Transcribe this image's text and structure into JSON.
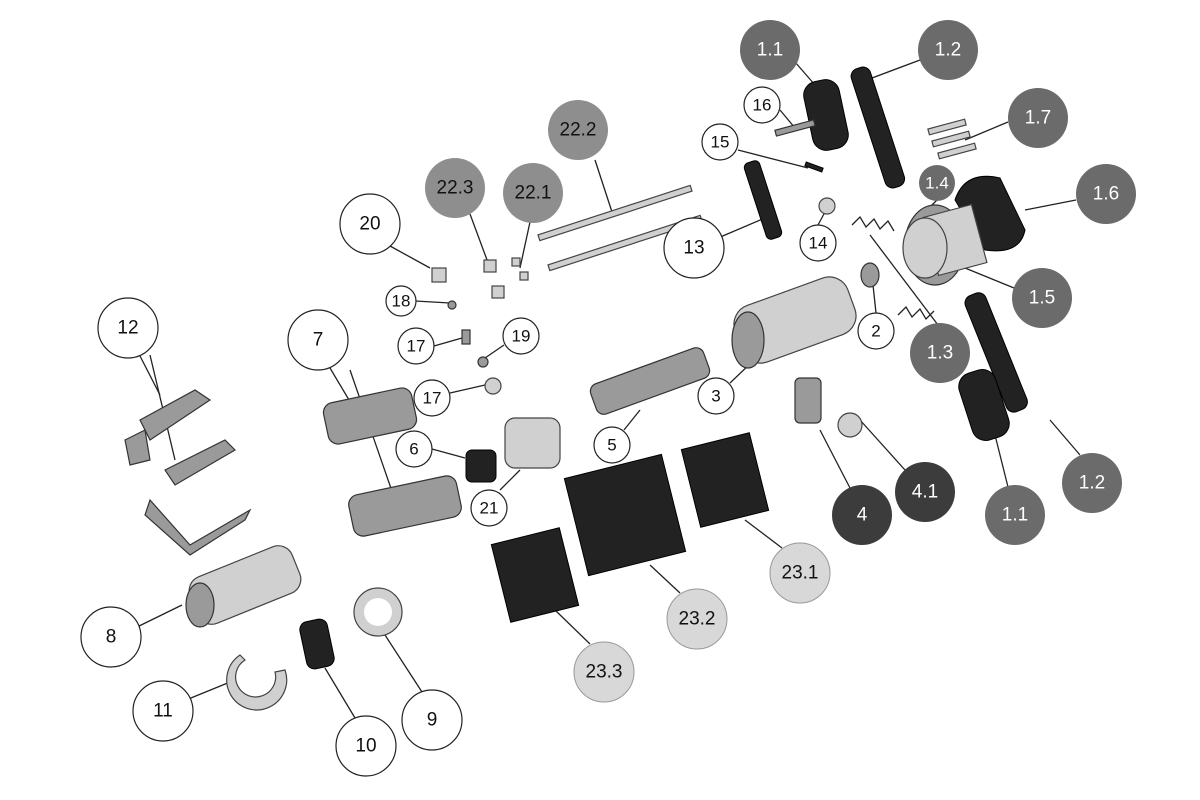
{
  "labels": {
    "p1_1_top": "1.1",
    "p1_2_top": "1.2",
    "p1_7": "1.7",
    "p1_6": "1.6",
    "p1_5": "1.5",
    "p1_4": "1.4",
    "p1_3": "1.3",
    "p1_2_bot": "1.2",
    "p1_1_bot": "1.1",
    "p4_1": "4.1",
    "p4": "4",
    "p16": "16",
    "p15": "15",
    "p13": "13",
    "p14": "14",
    "p2": "2",
    "p3": "3",
    "p5": "5",
    "p22_2": "22.2",
    "p22_3": "22.3",
    "p22_1": "22.1",
    "p20": "20",
    "p18": "18",
    "p17_top": "17",
    "p19": "19",
    "p17_bot": "17",
    "p7": "7",
    "p6": "6",
    "p21": "21",
    "p12": "12",
    "p8": "8",
    "p11": "11",
    "p10": "10",
    "p9": "9",
    "p23_3": "23.3",
    "p23_2": "23.2",
    "p23_1": "23.1"
  },
  "colors": {
    "dark": "#6b6b6b",
    "medium": "#8e8e8e",
    "light": "#d8d8d8",
    "darkest": "#3c3c3c"
  }
}
